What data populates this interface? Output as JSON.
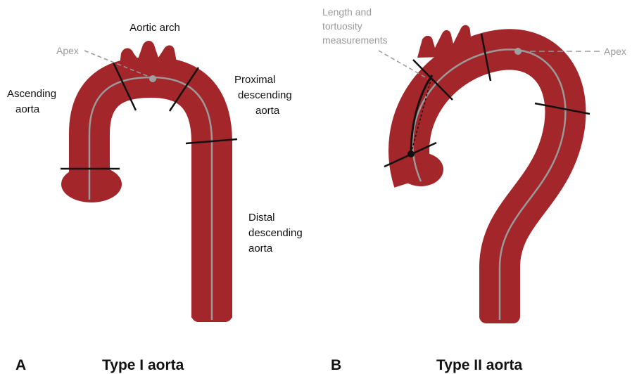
{
  "colors": {
    "aorta_fill": "#a3262a",
    "centerline": "#9a9a9a",
    "measure_line": "#111111",
    "apex_marker": "#a0a0a0",
    "label_text": "#111111",
    "grey_text": "#9a9a9a"
  },
  "panel_a": {
    "letter": "A",
    "title": "Type I aorta",
    "labels": {
      "aortic_arch": "Aortic arch",
      "apex": "Apex",
      "ascending": [
        "Ascending",
        "aorta"
      ],
      "proximal": [
        "Proximal",
        "descending",
        "aorta"
      ],
      "distal": [
        "Distal",
        "descending",
        "aorta"
      ]
    }
  },
  "panel_b": {
    "letter": "B",
    "title": "Type II aorta",
    "labels": {
      "measurements": [
        "Length and",
        "tortuosity",
        "measurements"
      ],
      "apex": "Apex"
    }
  }
}
